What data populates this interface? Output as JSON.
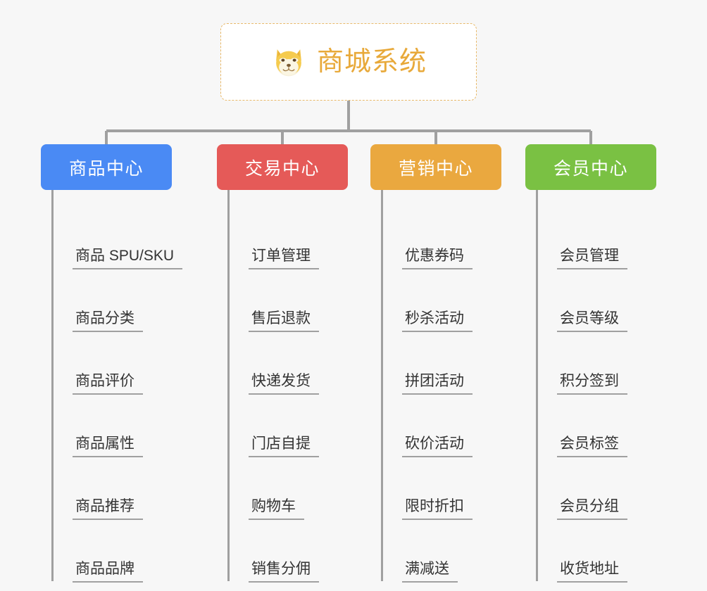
{
  "page": {
    "background_color": "#f7f7f7",
    "line_color": "#a0a0a0",
    "text_color": "#333333"
  },
  "root": {
    "title": "商城系统",
    "emoji_name": "shiba-dog-face-emoji",
    "title_color": "#e8a93a",
    "border_color": "#e8b96a",
    "background_color": "#ffffff"
  },
  "branches": [
    {
      "label": "商品中心",
      "color": "#4a8af4",
      "items": [
        "商品 SPU/SKU",
        "商品分类",
        "商品评价",
        "商品属性",
        "商品推荐",
        "商品品牌"
      ]
    },
    {
      "label": "交易中心",
      "color": "#e55a58",
      "items": [
        "订单管理",
        "售后退款",
        "快递发货",
        "门店自提",
        "购物车",
        "销售分佣"
      ]
    },
    {
      "label": "营销中心",
      "color": "#eaa83f",
      "items": [
        "优惠券码",
        "秒杀活动",
        "拼团活动",
        "砍价活动",
        "限时折扣",
        "满减送"
      ]
    },
    {
      "label": "会员中心",
      "color": "#7ac143",
      "items": [
        "会员管理",
        "会员等级",
        "积分签到",
        "会员标签",
        "会员分组",
        "收货地址"
      ]
    }
  ]
}
